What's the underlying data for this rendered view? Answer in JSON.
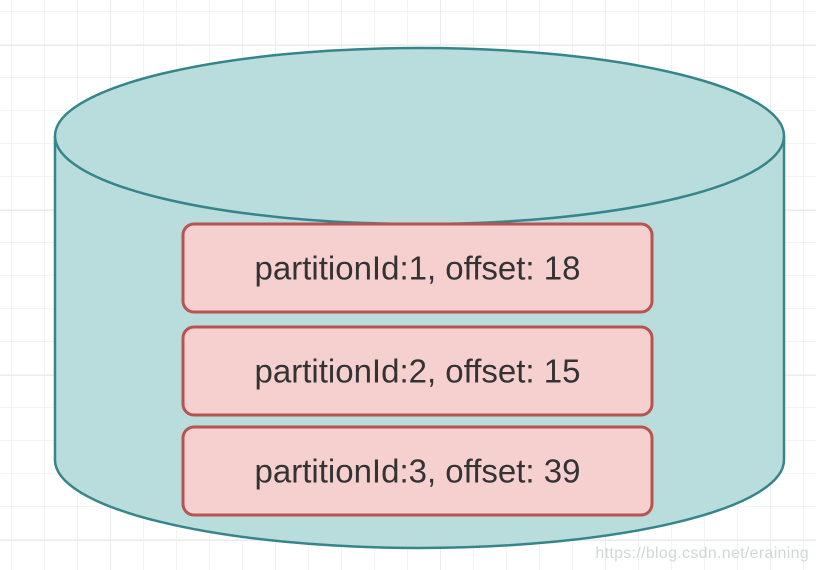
{
  "diagram": {
    "kind": "database-cylinder-with-partitions",
    "partitions": [
      {
        "label": "partitionId:1, offset: 18"
      },
      {
        "label": "partitionId:2, offset: 15"
      },
      {
        "label": "partitionId:3, offset: 39"
      }
    ],
    "watermark": {
      "text": "https://blog.csdn.net/eraining"
    },
    "colors": {
      "cylinder_fill": "#b9dddd",
      "cylinder_stroke": "#36858a",
      "partition_fill": "#f5d0cf",
      "partition_stroke": "#b85450",
      "label_text": "#333333",
      "watermark_text": "#cdd6d6",
      "grid_minor": "#f3f3f3",
      "grid_major": "#e9eded"
    }
  }
}
